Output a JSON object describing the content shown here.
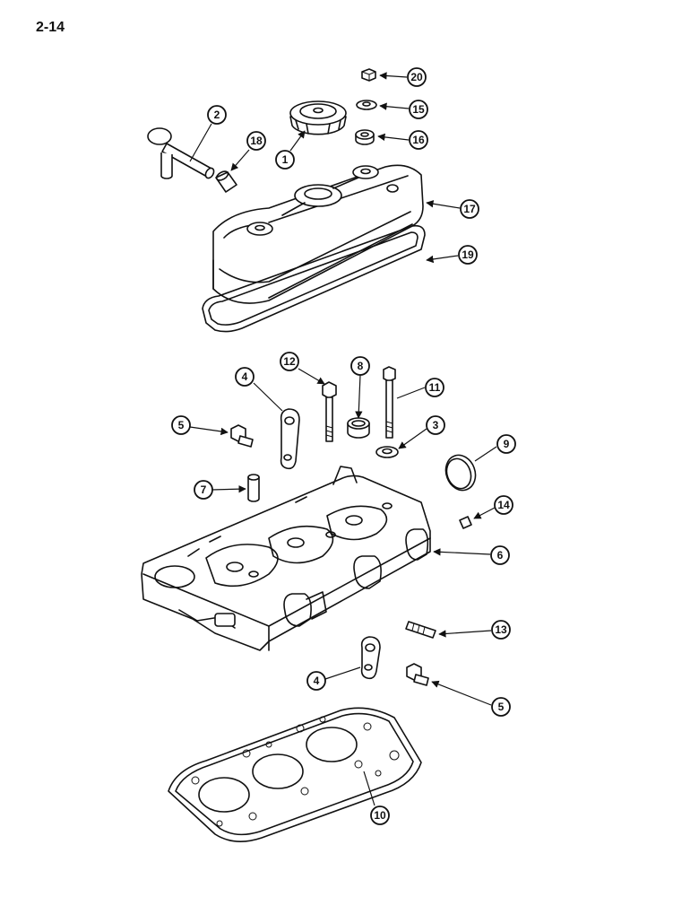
{
  "page": {
    "number": "2-14"
  },
  "callouts": [
    {
      "id": "c20",
      "label": "20"
    },
    {
      "id": "c15",
      "label": "15"
    },
    {
      "id": "c16",
      "label": "16"
    },
    {
      "id": "c2",
      "label": "2"
    },
    {
      "id": "c18",
      "label": "18"
    },
    {
      "id": "c1",
      "label": "1"
    },
    {
      "id": "c17",
      "label": "17"
    },
    {
      "id": "c19",
      "label": "19"
    },
    {
      "id": "c12",
      "label": "12"
    },
    {
      "id": "c8",
      "label": "8"
    },
    {
      "id": "c11",
      "label": "11"
    },
    {
      "id": "c4a",
      "label": "4"
    },
    {
      "id": "c5a",
      "label": "5"
    },
    {
      "id": "c3",
      "label": "3"
    },
    {
      "id": "c9",
      "label": "9"
    },
    {
      "id": "c7",
      "label": "7"
    },
    {
      "id": "c14",
      "label": "14"
    },
    {
      "id": "c6",
      "label": "6"
    },
    {
      "id": "c13",
      "label": "13"
    },
    {
      "id": "c4b",
      "label": "4"
    },
    {
      "id": "c5b",
      "label": "5"
    },
    {
      "id": "c10",
      "label": "10"
    }
  ]
}
